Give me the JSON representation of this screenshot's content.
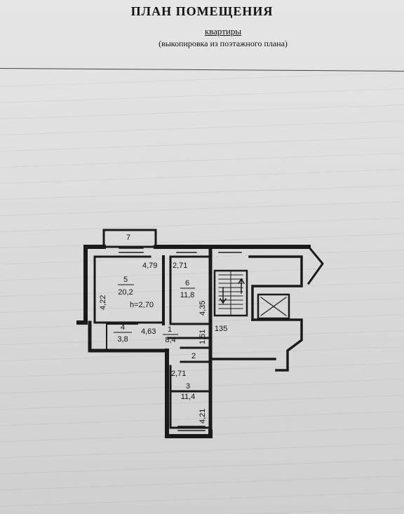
{
  "header": {
    "title": "ПЛАН ПОМЕЩЕНИЯ",
    "subtitle": "квартиры",
    "note": "(выкопировка из поэтажного плана)"
  },
  "plan": {
    "rooms": [
      {
        "number": "7",
        "area": ""
      },
      {
        "number": "5",
        "area": "20,2"
      },
      {
        "number": "6",
        "area": "11,8"
      },
      {
        "number": "4",
        "area": "3,8"
      },
      {
        "number": "1",
        "area": "8,4"
      },
      {
        "number": "2",
        "area": ""
      },
      {
        "number": "3",
        "area": "11,4"
      }
    ],
    "ceiling_height": "h=2,70",
    "dimensions": {
      "d479": "4,79",
      "d271_top": "2,71",
      "d422": "4,22",
      "d435": "4,35",
      "d463": "4,63",
      "d151": "1,51",
      "d135": "135",
      "d271_bottom": "2,71",
      "d421": "4,21"
    }
  }
}
